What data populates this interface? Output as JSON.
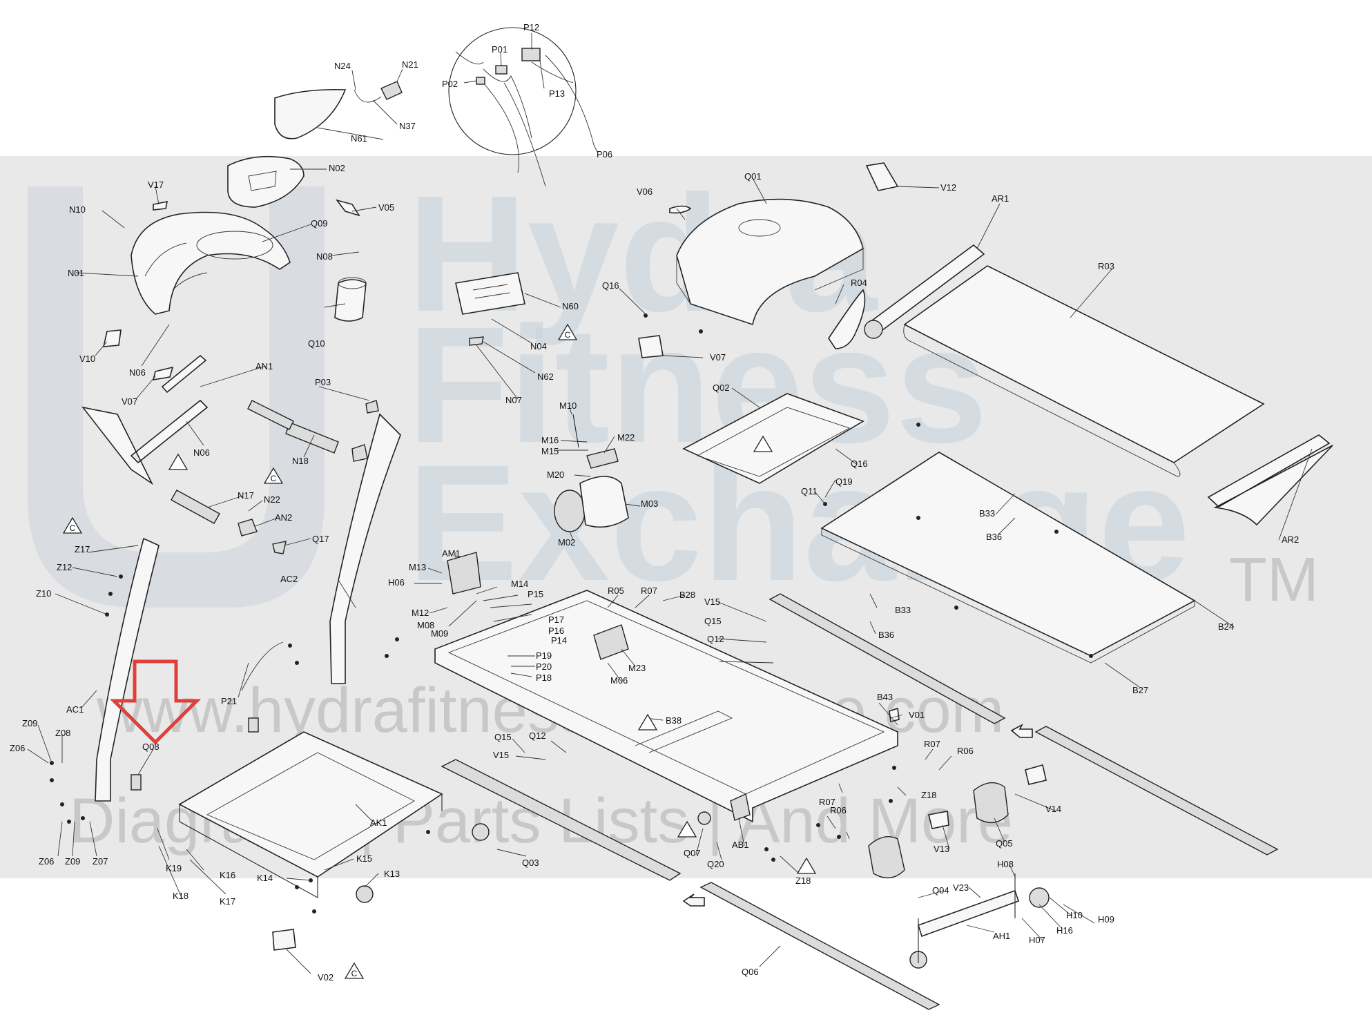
{
  "watermark": {
    "line1": "Hydra",
    "line2": "Fitness",
    "line3": "Exchange",
    "tm": "TM",
    "url": "www.hydrafitnessexchange.com",
    "tagline": "Diagrams | Parts Lists | And More"
  },
  "highlight": {
    "part": "Q08",
    "arrow_color": "#e0403b"
  },
  "callout_symbol": "C",
  "labels": {
    "p12": "P12",
    "p01": "P01",
    "p02": "P02",
    "p13": "P13",
    "p06": "P06",
    "n24": "N24",
    "n21": "N21",
    "n37": "N37",
    "n61": "N61",
    "n02": "N02",
    "v17": "V17",
    "n10": "N10",
    "q09": "Q09",
    "v05": "V05",
    "n08": "N08",
    "n01": "N01",
    "q10": "Q10",
    "v10": "V10",
    "n06a": "N06",
    "v07a": "V07",
    "an1": "AN1",
    "n06b": "N06",
    "p03": "P03",
    "n18": "N18",
    "n17": "N17",
    "n22": "N22",
    "an2": "AN2",
    "q17": "Q17",
    "z17": "Z17",
    "z12": "Z12",
    "z10": "Z10",
    "ac2": "AC2",
    "ac1": "AC1",
    "z09a": "Z09",
    "z08": "Z08",
    "z06a": "Z06",
    "q08": "Q08",
    "p21": "P21",
    "z06b": "Z06",
    "z09b": "Z09",
    "z07": "Z07",
    "k19": "K19",
    "k16": "K16",
    "k18": "K18",
    "k17": "K17",
    "k15": "K15",
    "k14": "K14",
    "k13": "K13",
    "ak1": "AK1",
    "v02": "V02",
    "n60": "N60",
    "n04": "N04",
    "n62": "N62",
    "n07": "N07",
    "m10": "M10",
    "m16": "M16",
    "m15": "M15",
    "m22": "M22",
    "m20": "M20",
    "m03": "M03",
    "m02": "M02",
    "am1": "AM1",
    "m13": "M13",
    "h06": "H06",
    "m12": "M12",
    "m08": "M08",
    "m09": "M09",
    "m14": "M14",
    "p15": "P15",
    "p17": "P17",
    "p16": "P16",
    "p14": "P14",
    "p19": "P19",
    "p20": "P20",
    "p18": "P18",
    "r05": "R05",
    "r07a": "R07",
    "b28": "B28",
    "m23": "M23",
    "m06": "M06",
    "b38": "B38",
    "v06": "V06",
    "q01": "Q01",
    "v12": "V12",
    "q16a": "Q16",
    "v07b": "V07",
    "r04": "R04",
    "ar1": "AR1",
    "r03": "R03",
    "q02": "Q02",
    "q16b": "Q16",
    "q19": "Q19",
    "q11": "Q11",
    "b33a": "B33",
    "b36a": "B36",
    "ar2": "AR2",
    "v15a": "V15",
    "q15a": "Q15",
    "q12a": "Q12",
    "b33b": "B33",
    "b36b": "B36",
    "b24": "B24",
    "b27": "B27",
    "b43": "B43",
    "v01": "V01",
    "r07b": "R07",
    "r06a": "R06",
    "z18a": "Z18",
    "q15b": "Q15",
    "q12b": "Q12",
    "v15b": "V15",
    "r07c": "R07",
    "r06b": "R06",
    "v14": "V14",
    "v13": "V13",
    "q05": "Q05",
    "q07": "Q07",
    "q20": "Q20",
    "ab1": "AB1",
    "z18b": "Z18",
    "q03": "Q03",
    "q04": "Q04",
    "v23": "V23",
    "h08": "H08",
    "h10": "H10",
    "h09": "H09",
    "h16": "H16",
    "h07": "H07",
    "ah1": "AH1",
    "q06": "Q06"
  }
}
